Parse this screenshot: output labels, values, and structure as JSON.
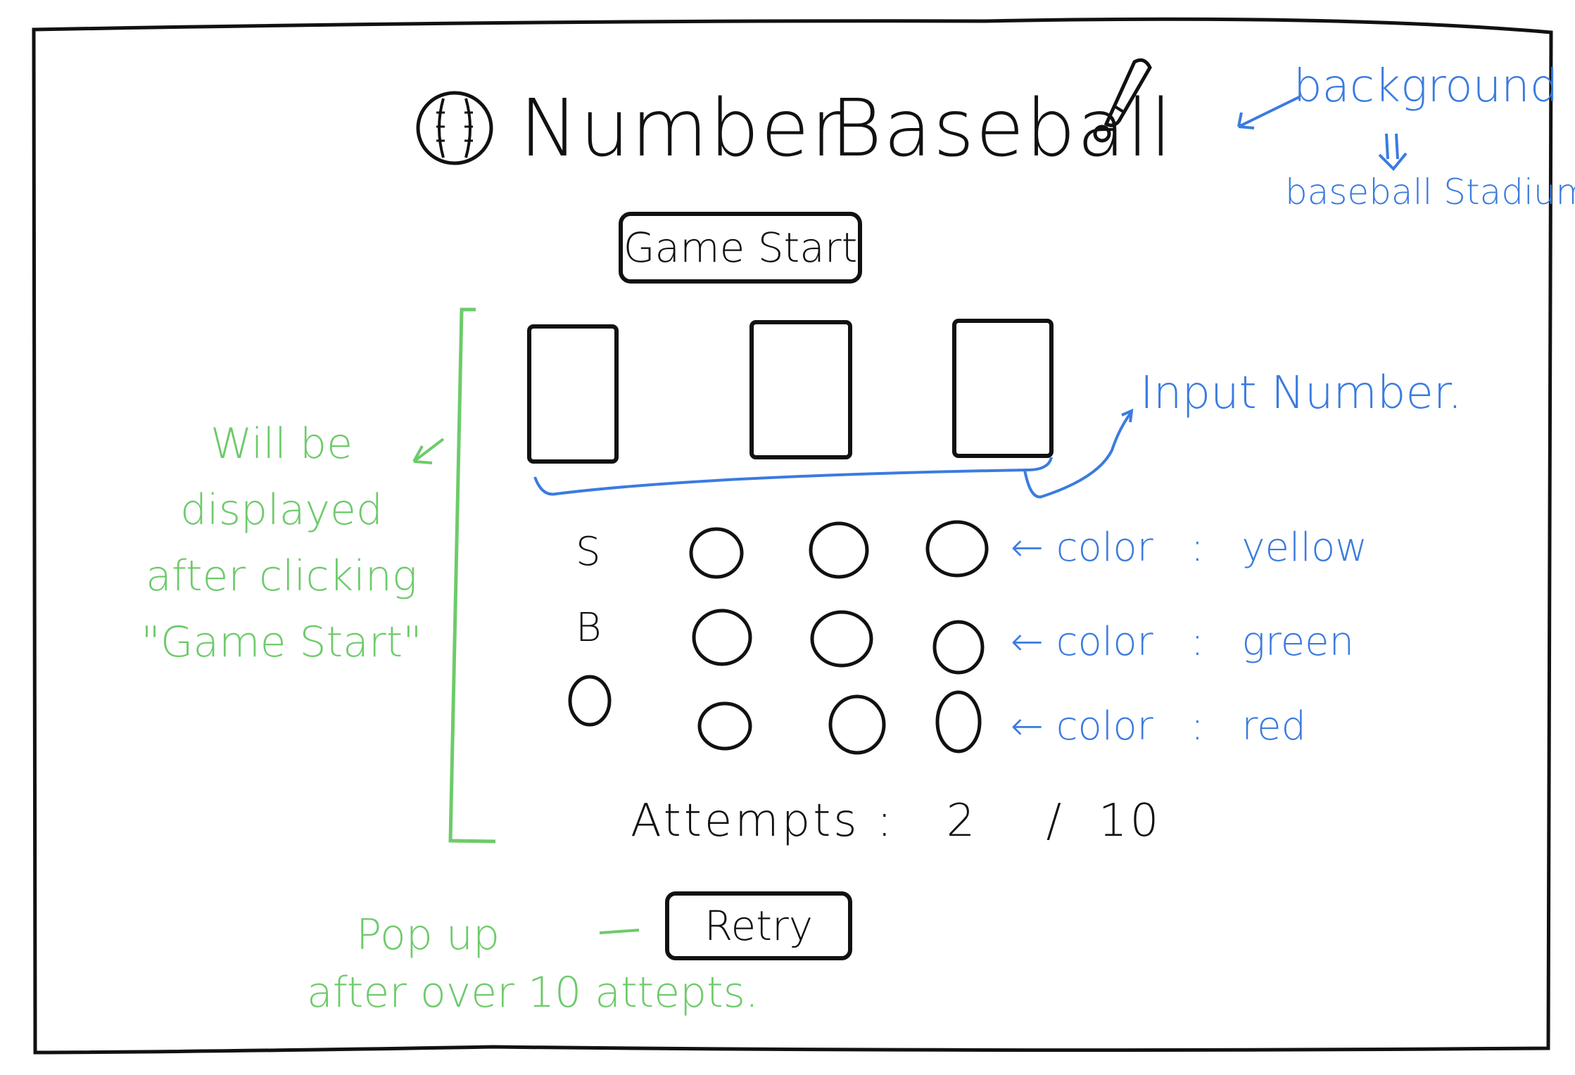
{
  "title": {
    "word1": "Number",
    "word2": "Baseball",
    "icon_left": "baseball-icon",
    "icon_right": "bat-icon"
  },
  "buttons": {
    "start_label": "Game Start",
    "retry_label": "Retry"
  },
  "input_slots": 3,
  "rows": [
    {
      "label": "S",
      "annotation_prefix": "← color",
      "annotation_sep": ":",
      "annotation_value": "yellow"
    },
    {
      "label": "B",
      "annotation_prefix": "← color",
      "annotation_sep": ":",
      "annotation_value": "green"
    },
    {
      "label": "O",
      "annotation_prefix": "← color",
      "annotation_sep": ":",
      "annotation_value": "red"
    }
  ],
  "attempts": {
    "label": "Attempts",
    "sep": ":",
    "value": "2",
    "slash": "/",
    "max": "10"
  },
  "annotations": {
    "background_line1": "background",
    "background_line2": "baseball Stadium",
    "input_number": "Input Number.",
    "display_line1": "Will be",
    "display_line2": "displayed",
    "display_line3": "after clicking",
    "display_line4": "\"Game Start\"",
    "popup_line1": "Pop up",
    "popup_line2": "after over 10 attepts."
  },
  "colors": {
    "ink": "#111111",
    "blue": "#3b7be0",
    "green": "#6dcb6a"
  }
}
